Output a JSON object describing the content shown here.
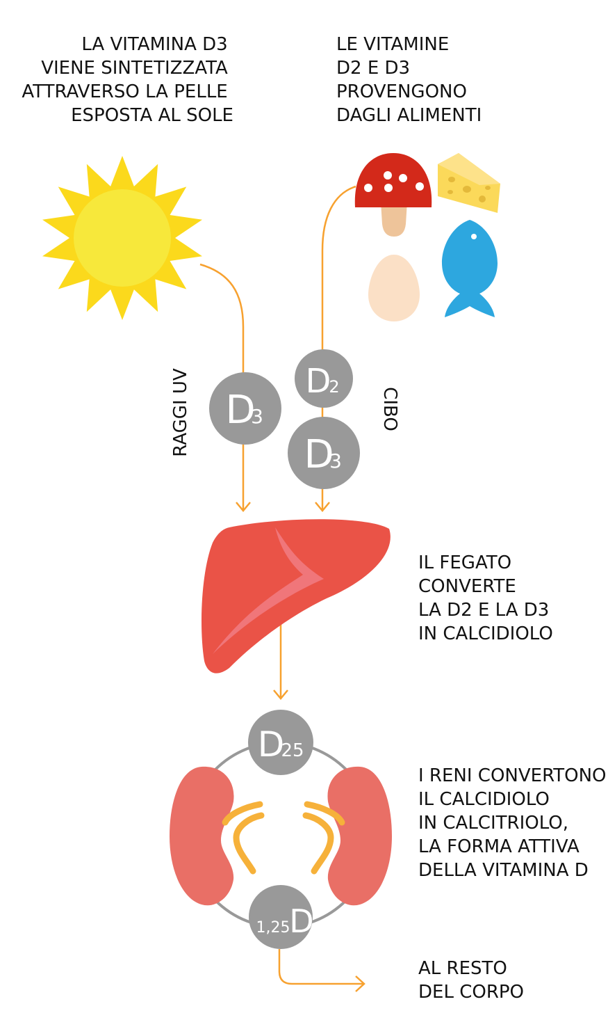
{
  "texts": {
    "sun_caption": [
      "LA VITAMINA D3",
      "VIENE SINTETIZZATA",
      "ATTRAVERSO LA PELLE",
      "ESPOSTA AL SOLE"
    ],
    "food_caption": [
      "LE VITAMINE",
      "D2 E D3",
      "PROVENGONO",
      "DAGLI ALIMENTI"
    ],
    "uv_label": "RAGGI UV",
    "food_label": "CIBO",
    "liver_caption": [
      "IL FEGATO",
      "CONVERTE",
      "LA D2 E LA D3",
      "IN CALCIDIOLO"
    ],
    "kidney_caption": [
      "I RENI CONVERTONO",
      "IL CALCIDIOLO",
      "IN CALCITRIOLO,",
      "LA FORMA ATTIVA",
      "DELLA VITAMINA D"
    ],
    "body_caption": [
      "AL RESTO",
      "DEL CORPO"
    ]
  },
  "badges": {
    "d3_sun": {
      "letter": "D",
      "sub": "3"
    },
    "d2_food": {
      "letter": "D",
      "sub": "2"
    },
    "d3_food": {
      "letter": "D",
      "sub": "3"
    },
    "d25": {
      "letter": "D",
      "sub": "25"
    },
    "d125": {
      "prefix": "1,25",
      "letter": "D"
    }
  },
  "colors": {
    "arrow": "#f7a12f",
    "badge": "#999999",
    "sun_rays": "#fbd91c",
    "sun_core": "#f7e83b",
    "liver": "#ea5347",
    "liver_highlight": "#f0767a",
    "kidney": "#e96f66",
    "kidney_ureter": "#f6b13a",
    "mushroom_cap": "#d3291a",
    "mushroom_stem": "#eec49a",
    "cheese": "#fbd95a",
    "fish": "#2da7df",
    "egg": "#fbe0c6"
  }
}
